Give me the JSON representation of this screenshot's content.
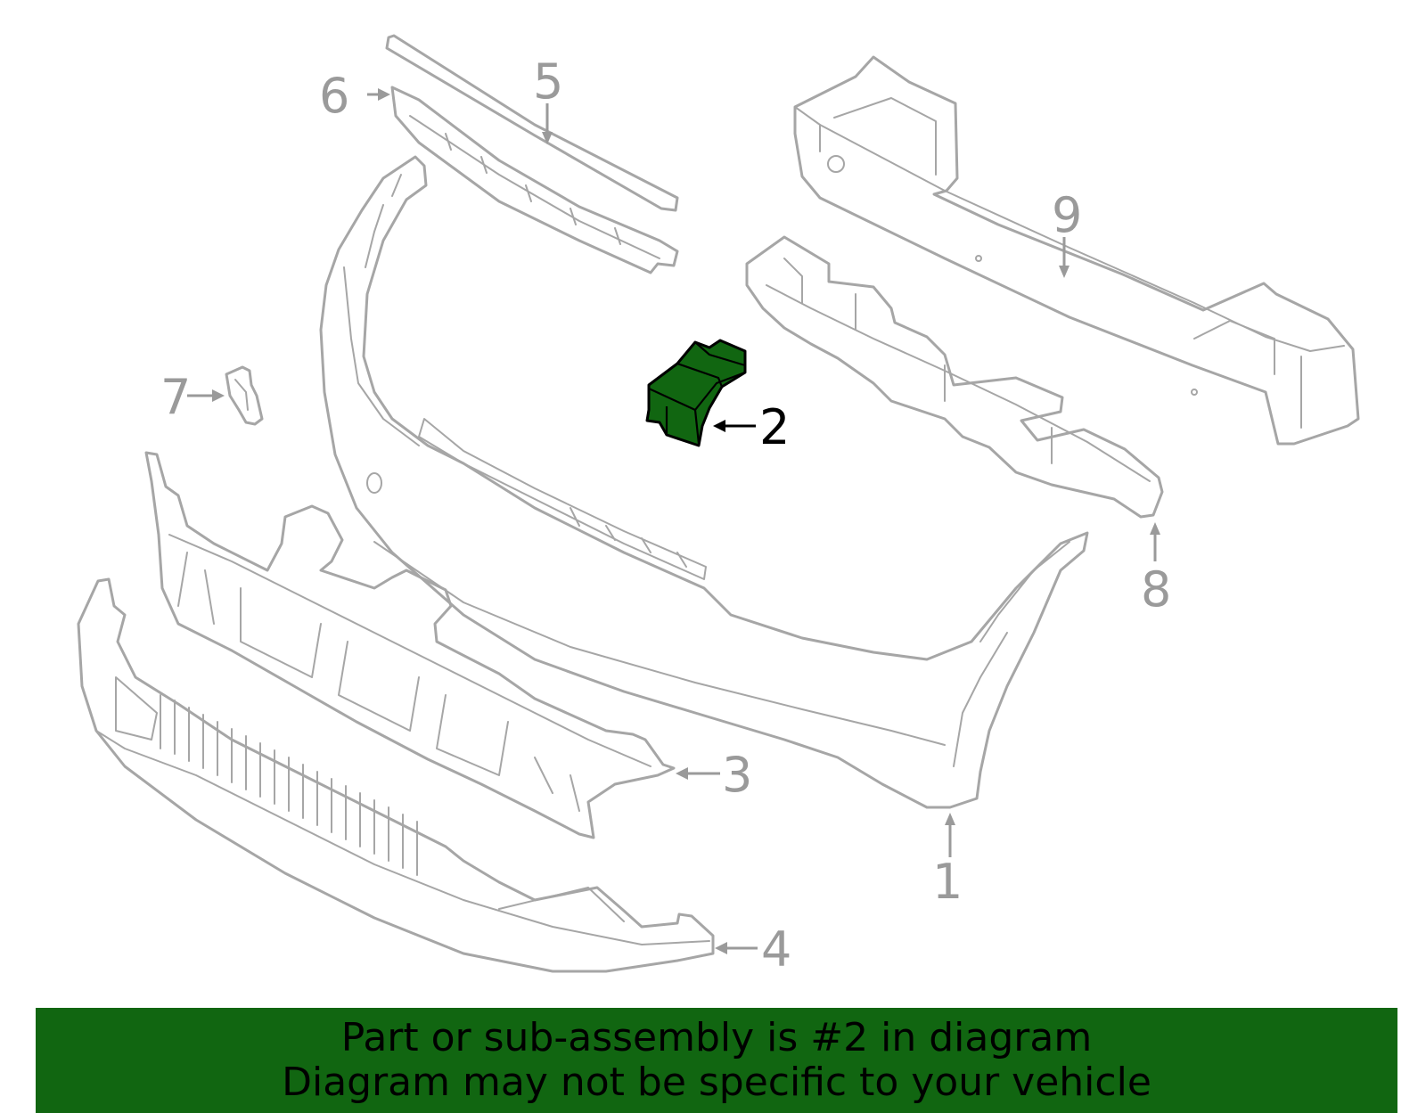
{
  "diagram": {
    "highlight_color": "#116611",
    "line_color": "#a6a6a6",
    "selected_callout": "2",
    "callouts": [
      {
        "id": "1",
        "label": "1"
      },
      {
        "id": "2",
        "label": "2"
      },
      {
        "id": "3",
        "label": "3"
      },
      {
        "id": "4",
        "label": "4"
      },
      {
        "id": "5",
        "label": "5"
      },
      {
        "id": "6",
        "label": "6"
      },
      {
        "id": "7",
        "label": "7"
      },
      {
        "id": "8",
        "label": "8"
      },
      {
        "id": "9",
        "label": "9"
      }
    ]
  },
  "banner": {
    "line1": "Part or sub-assembly is #2 in diagram",
    "line2": "Diagram may not be specific to your vehicle",
    "background": "#116611"
  }
}
